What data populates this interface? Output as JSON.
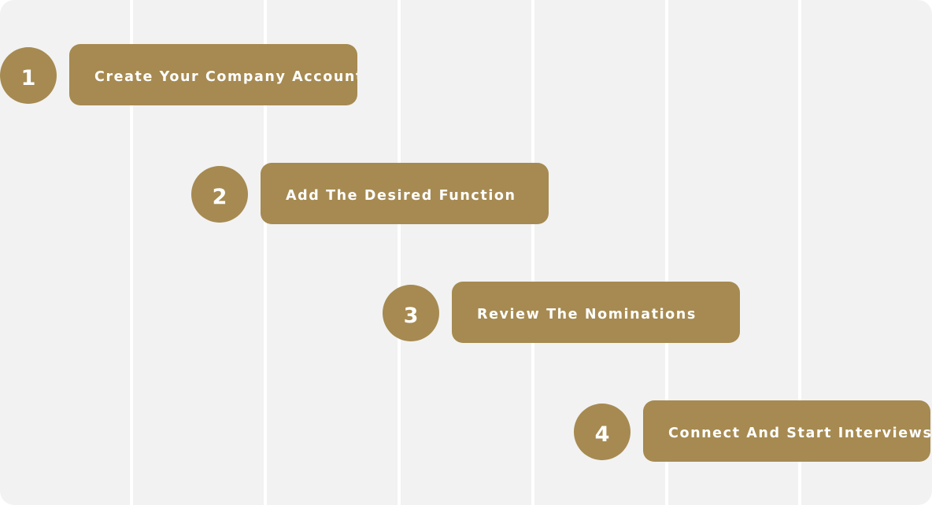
{
  "steps": [
    {
      "number": "1",
      "label": "Create Your Company Account"
    },
    {
      "number": "2",
      "label": "Add The Desired Function"
    },
    {
      "number": "3",
      "label": "Review The Nominations"
    },
    {
      "number": "4",
      "label": "Connect And Start Interviews"
    }
  ],
  "colors": {
    "background": "#f2f2f2",
    "accent": "#a68a51",
    "text": "#ffffff",
    "grid_lines": "#ffffff"
  }
}
